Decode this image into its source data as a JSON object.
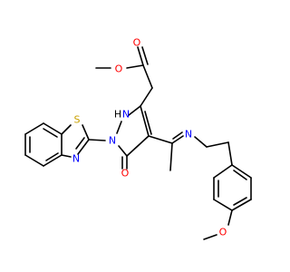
{
  "colors": {
    "bond": "#000000",
    "oxygen": "#ff0000",
    "nitrogen": "#0000ff",
    "sulfur": "#c8a000",
    "hydrogen_label": "#000000"
  },
  "atom_labels": {
    "s": "S",
    "n_thiazole": "N",
    "n_pyrazole_1": "N",
    "nh_pyrazole": "N",
    "h_pyrazole": "H",
    "o_ketone": "O",
    "n_imine": "N",
    "o_carbonyl": "O",
    "o_ester": "O",
    "o_methoxy": "O"
  }
}
